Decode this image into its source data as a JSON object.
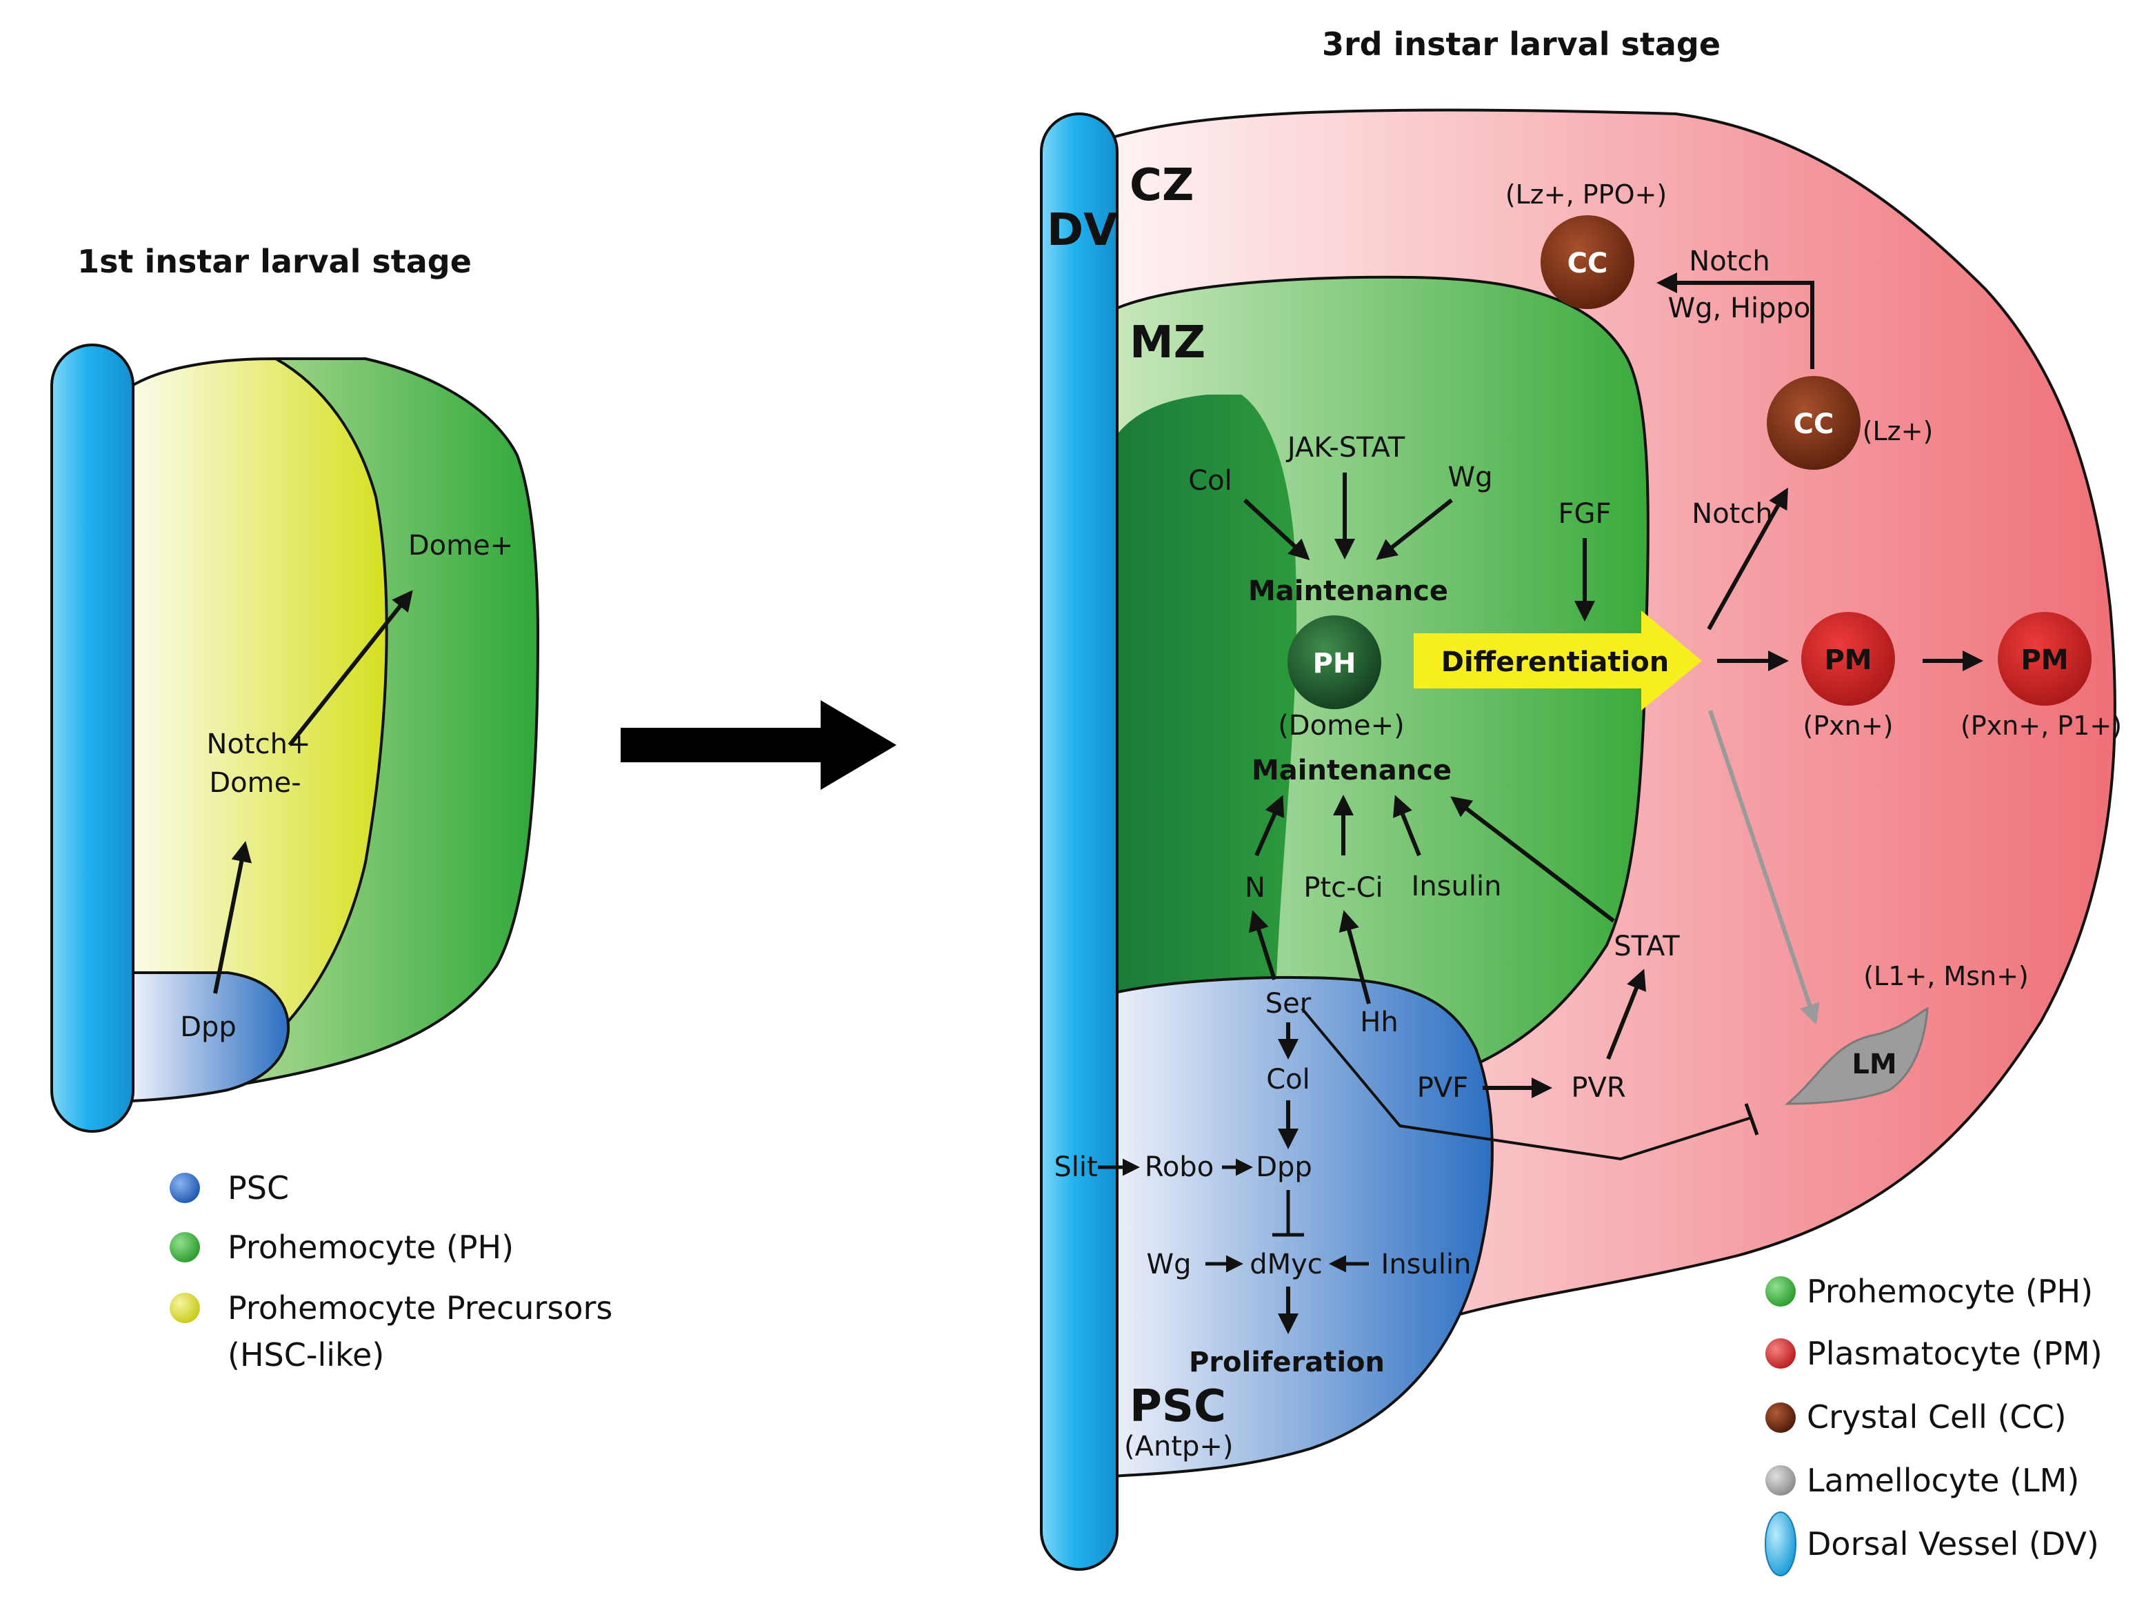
{
  "stage1": {
    "title": "1st instar larval stage",
    "dome_plus": "Dome+",
    "notch_plus": "Notch+",
    "dome_minus": "Dome-",
    "dpp": "Dpp"
  },
  "stage3": {
    "title": "3rd instar larval stage",
    "zones": {
      "dv": "DV",
      "cz": "CZ",
      "mz": "MZ",
      "psc": "PSC",
      "psc_marker": "(Antp+)"
    },
    "mz": {
      "col": "Col",
      "jak_stat": "JAK-STAT",
      "wg": "Wg",
      "maintenance_top": "Maintenance",
      "ph": "PH",
      "ph_marker": "(Dome+)",
      "maintenance_bottom": "Maintenance",
      "n": "N",
      "ptc_ci": "Ptc-Ci",
      "insulin": "Insulin",
      "fgf": "FGF",
      "stat": "STAT"
    },
    "differentiation": "Differentiation",
    "cz": {
      "cc_top_marker": "(Lz+, PPO+)",
      "cc": "CC",
      "notch_top": "Notch",
      "wg_hippo": "Wg, Hippo",
      "cc_mid_marker": "(Lz+)",
      "notch_mid": "Notch",
      "pm": "PM",
      "pm1_marker": "(Pxn+)",
      "pm2_marker": "(Pxn+, P1+)",
      "lm_marker": "(L1+, Msn+)",
      "lm": "LM",
      "pvr": "PVR"
    },
    "psc": {
      "ser": "Ser",
      "hh": "Hh",
      "col": "Col",
      "pvf": "PVF",
      "slit": "Slit",
      "robo": "Robo",
      "dpp": "Dpp",
      "wg": "Wg",
      "dmyc": "dMyc",
      "insulin": "Insulin",
      "proliferation": "Proliferation"
    }
  },
  "legend_left": {
    "items": [
      {
        "label": "PSC",
        "color": "#2f6fc4"
      },
      {
        "label": "Prohemocyte (PH)",
        "color": "#3aa83a"
      },
      {
        "label": "Prohemocyte Precursors",
        "color": "#dfe02a"
      }
    ],
    "precursor_line2": "(HSC-like)"
  },
  "legend_right": {
    "items": [
      {
        "label": "Prohemocyte (PH)",
        "color": "#3aa83a"
      },
      {
        "label": "Plasmatocyte (PM)",
        "color": "#cf2a2a"
      },
      {
        "label": "Crystal Cell (CC)",
        "color": "#6b2a12"
      },
      {
        "label": "Lamellocyte (LM)",
        "color": "#9a9a9a"
      },
      {
        "label": "Dorsal Vessel (DV)",
        "color": "#2ab4ec"
      }
    ]
  }
}
